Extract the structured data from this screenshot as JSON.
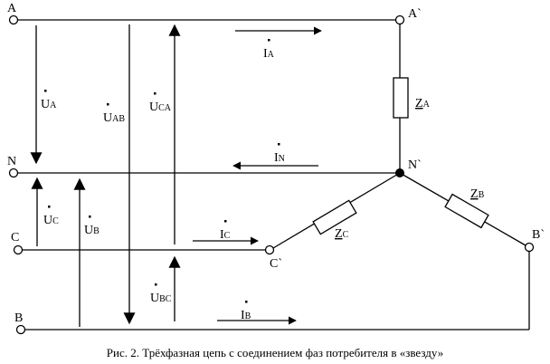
{
  "nodes": {
    "A": "A",
    "N": "N",
    "C": "C",
    "B": "B",
    "A_prime": "A`",
    "N_prime": "N`",
    "C_prime": "C`",
    "B_prime": "B`"
  },
  "voltages": {
    "UA": {
      "main": "U",
      "sub": "A"
    },
    "UAB": {
      "main": "U",
      "sub": "AB"
    },
    "UCA": {
      "main": "U",
      "sub": "CA"
    },
    "UC": {
      "main": "U",
      "sub": "C"
    },
    "UB": {
      "main": "U",
      "sub": "B"
    },
    "UBC": {
      "main": "U",
      "sub": "BC"
    }
  },
  "currents": {
    "IA": {
      "main": "I",
      "sub": "A"
    },
    "IN": {
      "main": "I",
      "sub": "N"
    },
    "IC": {
      "main": "I",
      "sub": "C"
    },
    "IB": {
      "main": "I",
      "sub": "B"
    }
  },
  "impedances": {
    "ZA": {
      "main": "Z",
      "sub": "A"
    },
    "ZB": {
      "main": "Z",
      "sub": "B"
    },
    "ZC": {
      "main": "Z",
      "sub": "C"
    }
  },
  "caption": "Рис. 2. Трёхфазная цепь с соединением фаз потребителя в «звезду»"
}
